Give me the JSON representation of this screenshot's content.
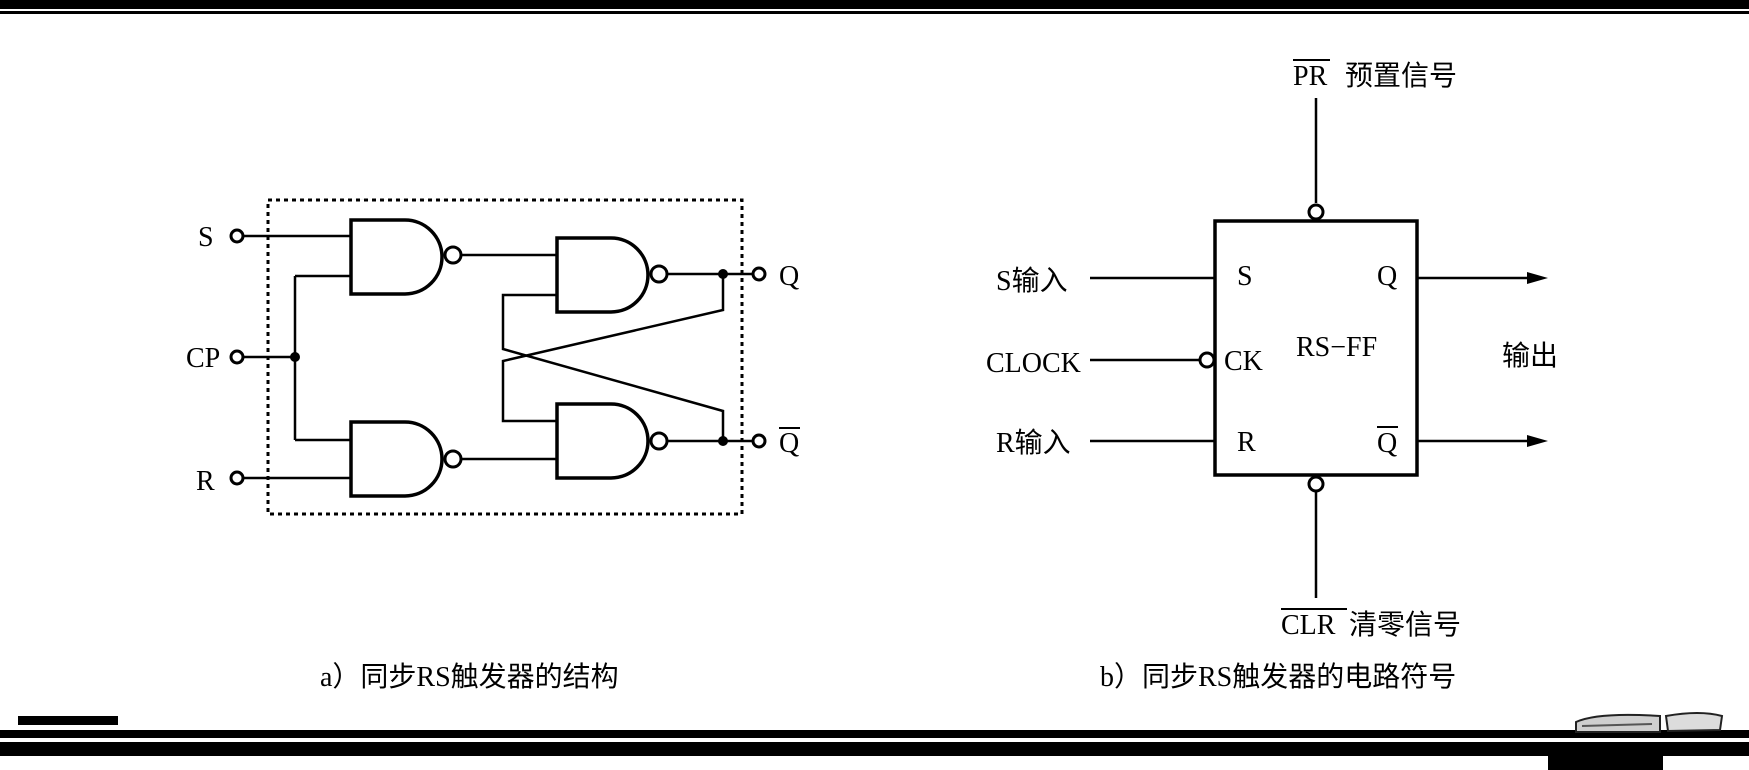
{
  "left_diagram": {
    "inputs": {
      "s": "S",
      "cp": "CP",
      "r": "R"
    },
    "outputs": {
      "q": "Q",
      "qbar": "Q"
    },
    "caption": "a）同步RS触发器的结构"
  },
  "right_diagram": {
    "preset": {
      "signal": "PR",
      "desc": "预置信号"
    },
    "clear": {
      "signal": "CLR",
      "desc": "清零信号"
    },
    "inputs": {
      "s": "S输入",
      "clock": "CLOCK",
      "r": "R输入"
    },
    "pins": {
      "s": "S",
      "ck": "CK",
      "r": "R",
      "q": "Q",
      "qbar": "Q"
    },
    "block_name": "RS−FF",
    "output_label": "输出",
    "caption": "b）同步RS触发器的电路符号"
  }
}
